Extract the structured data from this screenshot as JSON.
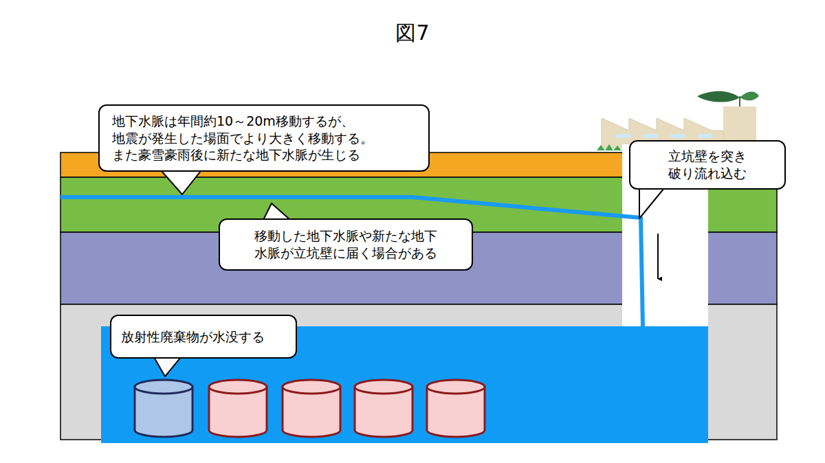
{
  "diagram": {
    "title": "図7",
    "nodes": [
      {
        "text": [
          "地下水脈は年間約10～20m移動するが、 地震が発生した場面でより大きく移動する。 また豪雪豪雨後に新たな地下水脈が生じる"
        ]
      },
      {
        "text": [
          "立坑壁を突き 破り流れ込む"
        ]
      },
      {
        "text": [
          "移動した地下水脈や新たな地下 水脈が立坑壁に届く場合がある"
        ]
      },
      {
        "text": [
          "放射性廃棄物が水没する"
        ]
      }
    ]
  }
}
